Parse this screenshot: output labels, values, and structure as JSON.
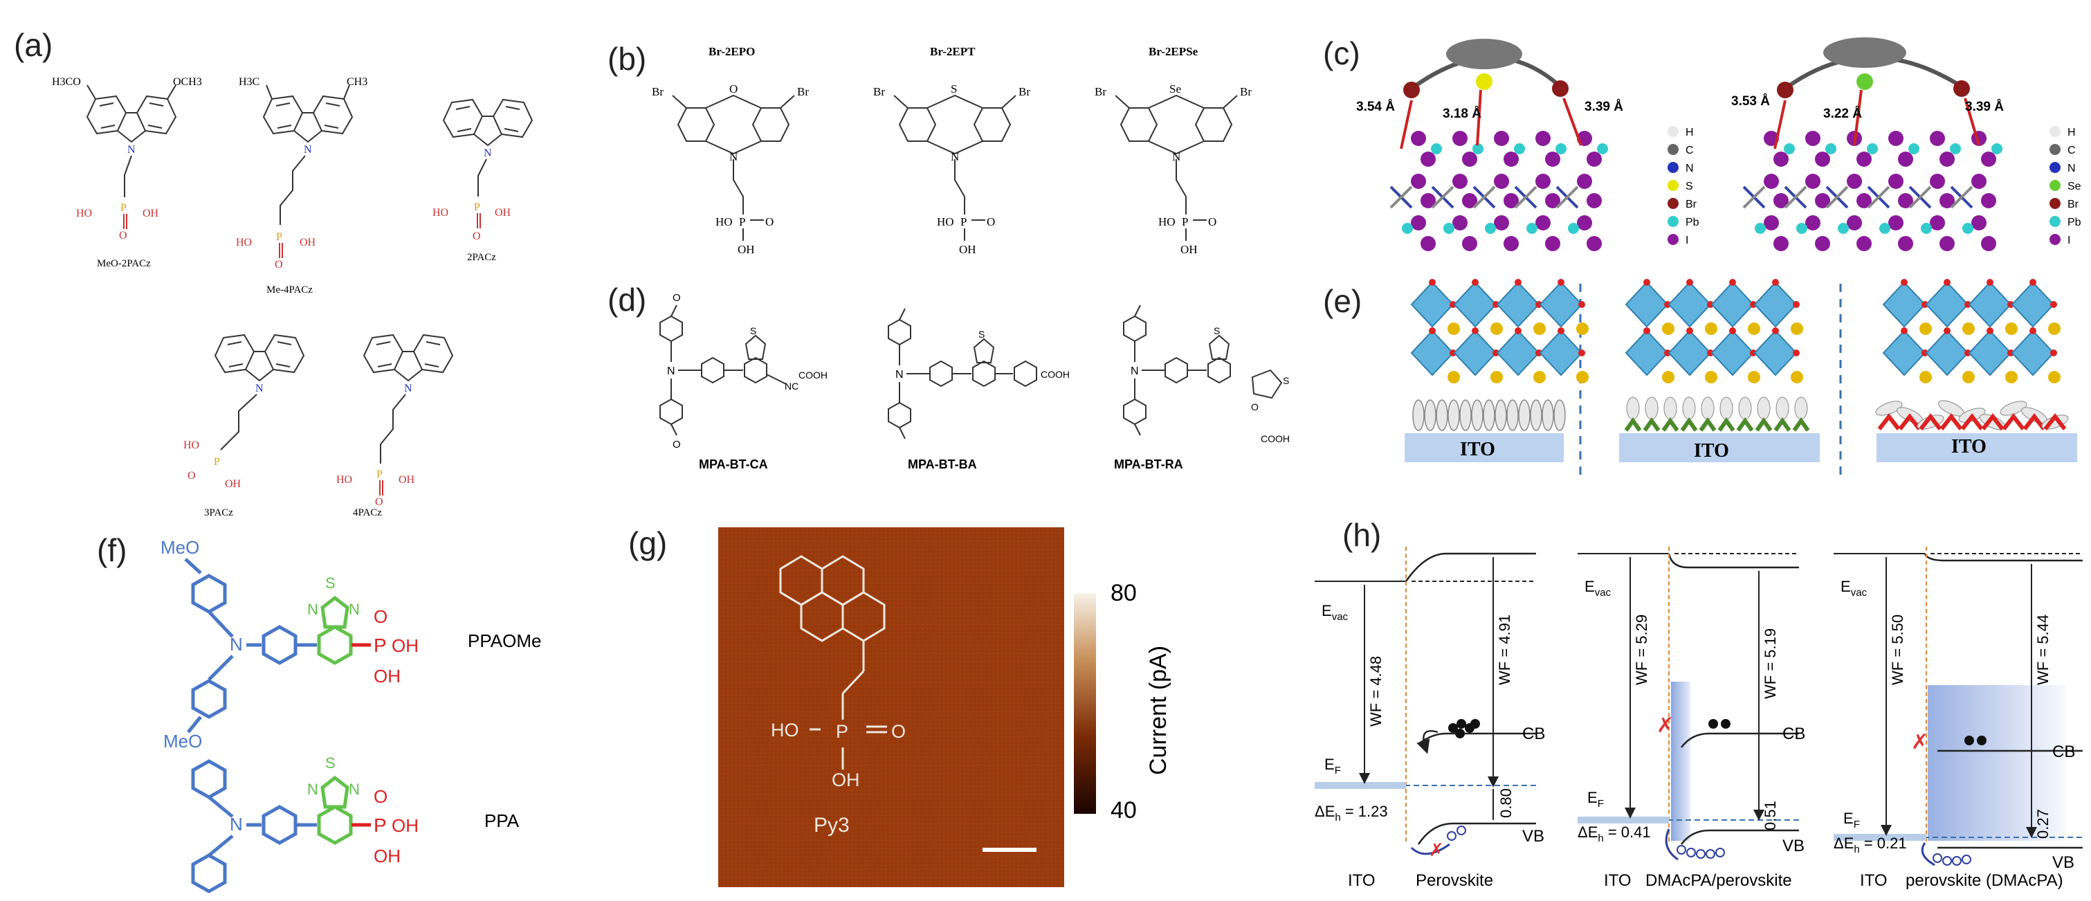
{
  "panels": {
    "a": {
      "label": "(a)",
      "molecules": [
        {
          "name": "MeO-2PACz",
          "subs": [
            "H3CO",
            "OCH3"
          ]
        },
        {
          "name": "Me-4PACz",
          "subs": [
            "H3C",
            "CH3"
          ]
        },
        {
          "name": "2PACz"
        },
        {
          "name": "3PACz"
        },
        {
          "name": "4PACz"
        }
      ],
      "atoms": {
        "N": "N",
        "P": "P",
        "O": "O",
        "HO": "HO",
        "OH": "OH"
      }
    },
    "b": {
      "label": "(b)",
      "molecules": [
        {
          "name": "Br-2EPO",
          "het": "O"
        },
        {
          "name": "Br-2EPT",
          "het": "S"
        },
        {
          "name": "Br-2EPSe",
          "het": "Se"
        }
      ],
      "atoms": {
        "Br": "Br",
        "N": "N",
        "P": "P",
        "O": "O",
        "HO": "HO",
        "OH": "OH"
      }
    },
    "c": {
      "label": "(c)",
      "left": {
        "d1": "3.54 Å",
        "d2": "3.18 Å",
        "d3": "3.39 Å"
      },
      "right": {
        "d1": "3.53 Å",
        "d2": "3.22 Å",
        "d3": "3.39 Å"
      },
      "legend_left": [
        "H",
        "C",
        "N",
        "S",
        "Br",
        "Pb",
        "I"
      ],
      "legend_right": [
        "H",
        "C",
        "N",
        "Se",
        "Br",
        "Pb",
        "I"
      ],
      "colors": {
        "H": "#e8e8e8",
        "C": "#666666",
        "N": "#2233bb",
        "S": "#e6e600",
        "Se": "#66cc33",
        "Br": "#8b1a1a",
        "Pb": "#33cccc",
        "I": "#8a1a9a"
      }
    },
    "d": {
      "label": "(d)",
      "molecules": [
        "MPA-BT-CA",
        "MPA-BT-BA",
        "MPA-BT-RA"
      ],
      "atoms": {
        "N": "N",
        "S": "S",
        "O": "O",
        "NC": "NC",
        "COOH": "COOH"
      }
    },
    "e": {
      "label": "(e)",
      "substrate": "ITO"
    },
    "f": {
      "label": "(f)",
      "molecules": [
        "PPAOMe",
        "PPA"
      ],
      "atoms": {
        "MeO": "MeO",
        "N": "N",
        "S": "S",
        "P": "P",
        "O": "O",
        "OH": "OH"
      }
    },
    "g": {
      "label": "(g)",
      "molecule": "Py3",
      "colorbar": {
        "max": "80",
        "min": "40",
        "title": "Current (pA)"
      },
      "atoms": {
        "HO": "HO",
        "P": "P",
        "O": "O",
        "OH": "OH"
      }
    },
    "h": {
      "label": "(h)",
      "diagrams": [
        {
          "wf_left": "WF = 4.48",
          "wf_right": "WF = 4.91",
          "dEh": "ΔE",
          "dEh_val": " = 1.23",
          "gap": "0.80",
          "left": "ITO",
          "right": "Perovskite"
        },
        {
          "wf_left": "WF = 5.29",
          "wf_right": "WF = 5.19",
          "dEh": "ΔE",
          "dEh_val": " = 0.41",
          "gap": "0.51",
          "left": "ITO",
          "right": "DMAcPA/perovskite"
        },
        {
          "wf_left": "WF = 5.50",
          "wf_right": "WF = 5.44",
          "dEh": "ΔE",
          "dEh_val": " = 0.21",
          "gap": "0.27",
          "left": "ITO",
          "right": "perovskite (DMAcPA)"
        }
      ],
      "evac": "E",
      "evac_sub": "vac",
      "ef": "E",
      "ef_sub": "F",
      "h_sub": "h",
      "cb": "CB",
      "vb": "VB"
    }
  }
}
